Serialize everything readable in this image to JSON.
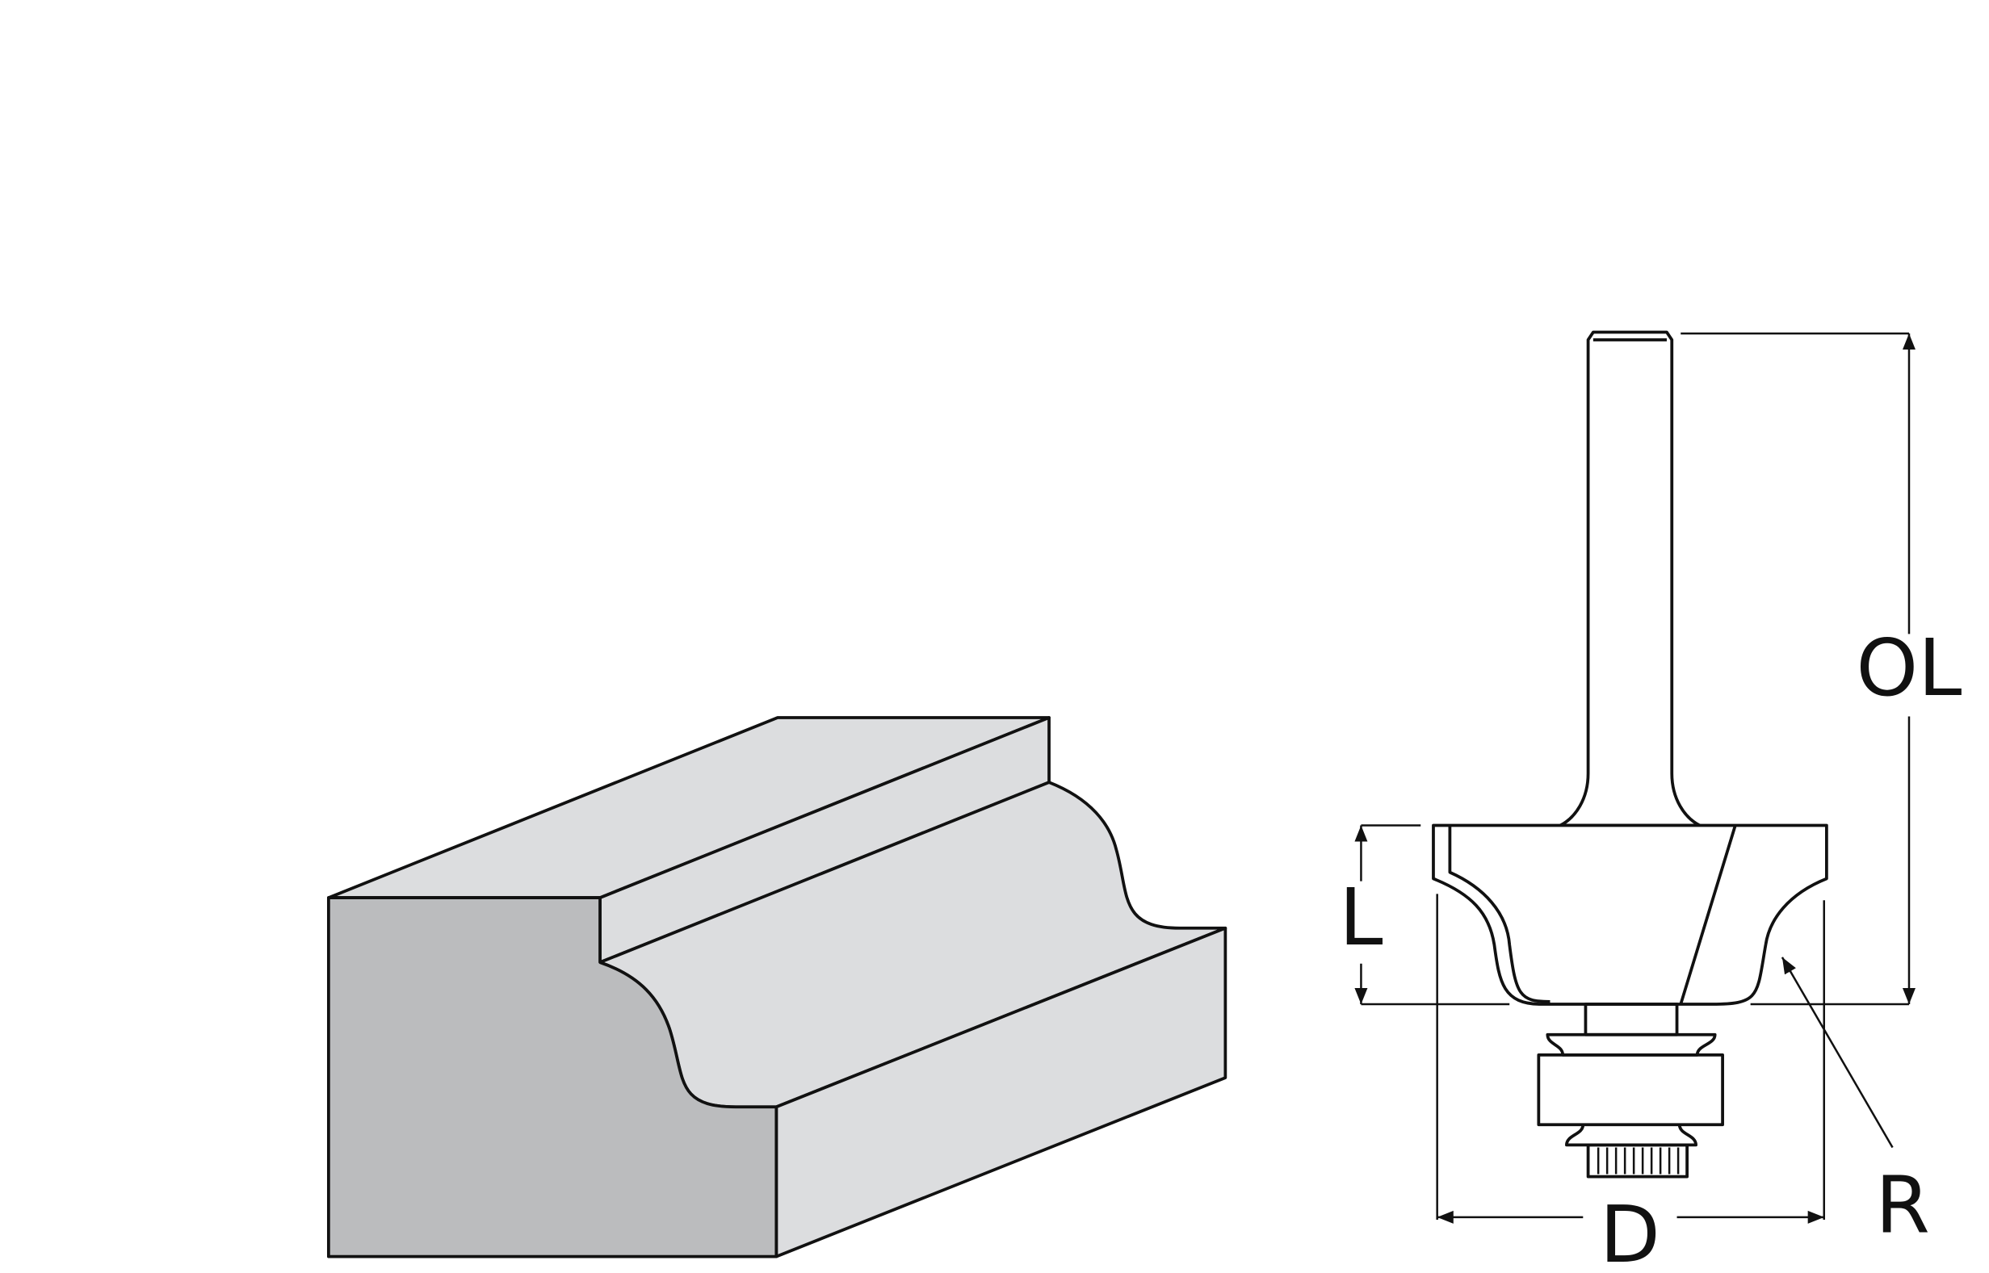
{
  "labels": {
    "overall_length": "OL",
    "cutting_length": "L",
    "diameter": "D",
    "radius": "R"
  },
  "colors": {
    "front_face": "#bbbcbe",
    "surface": "#dcdddf",
    "line": "#111111",
    "background": "#ffffff"
  }
}
